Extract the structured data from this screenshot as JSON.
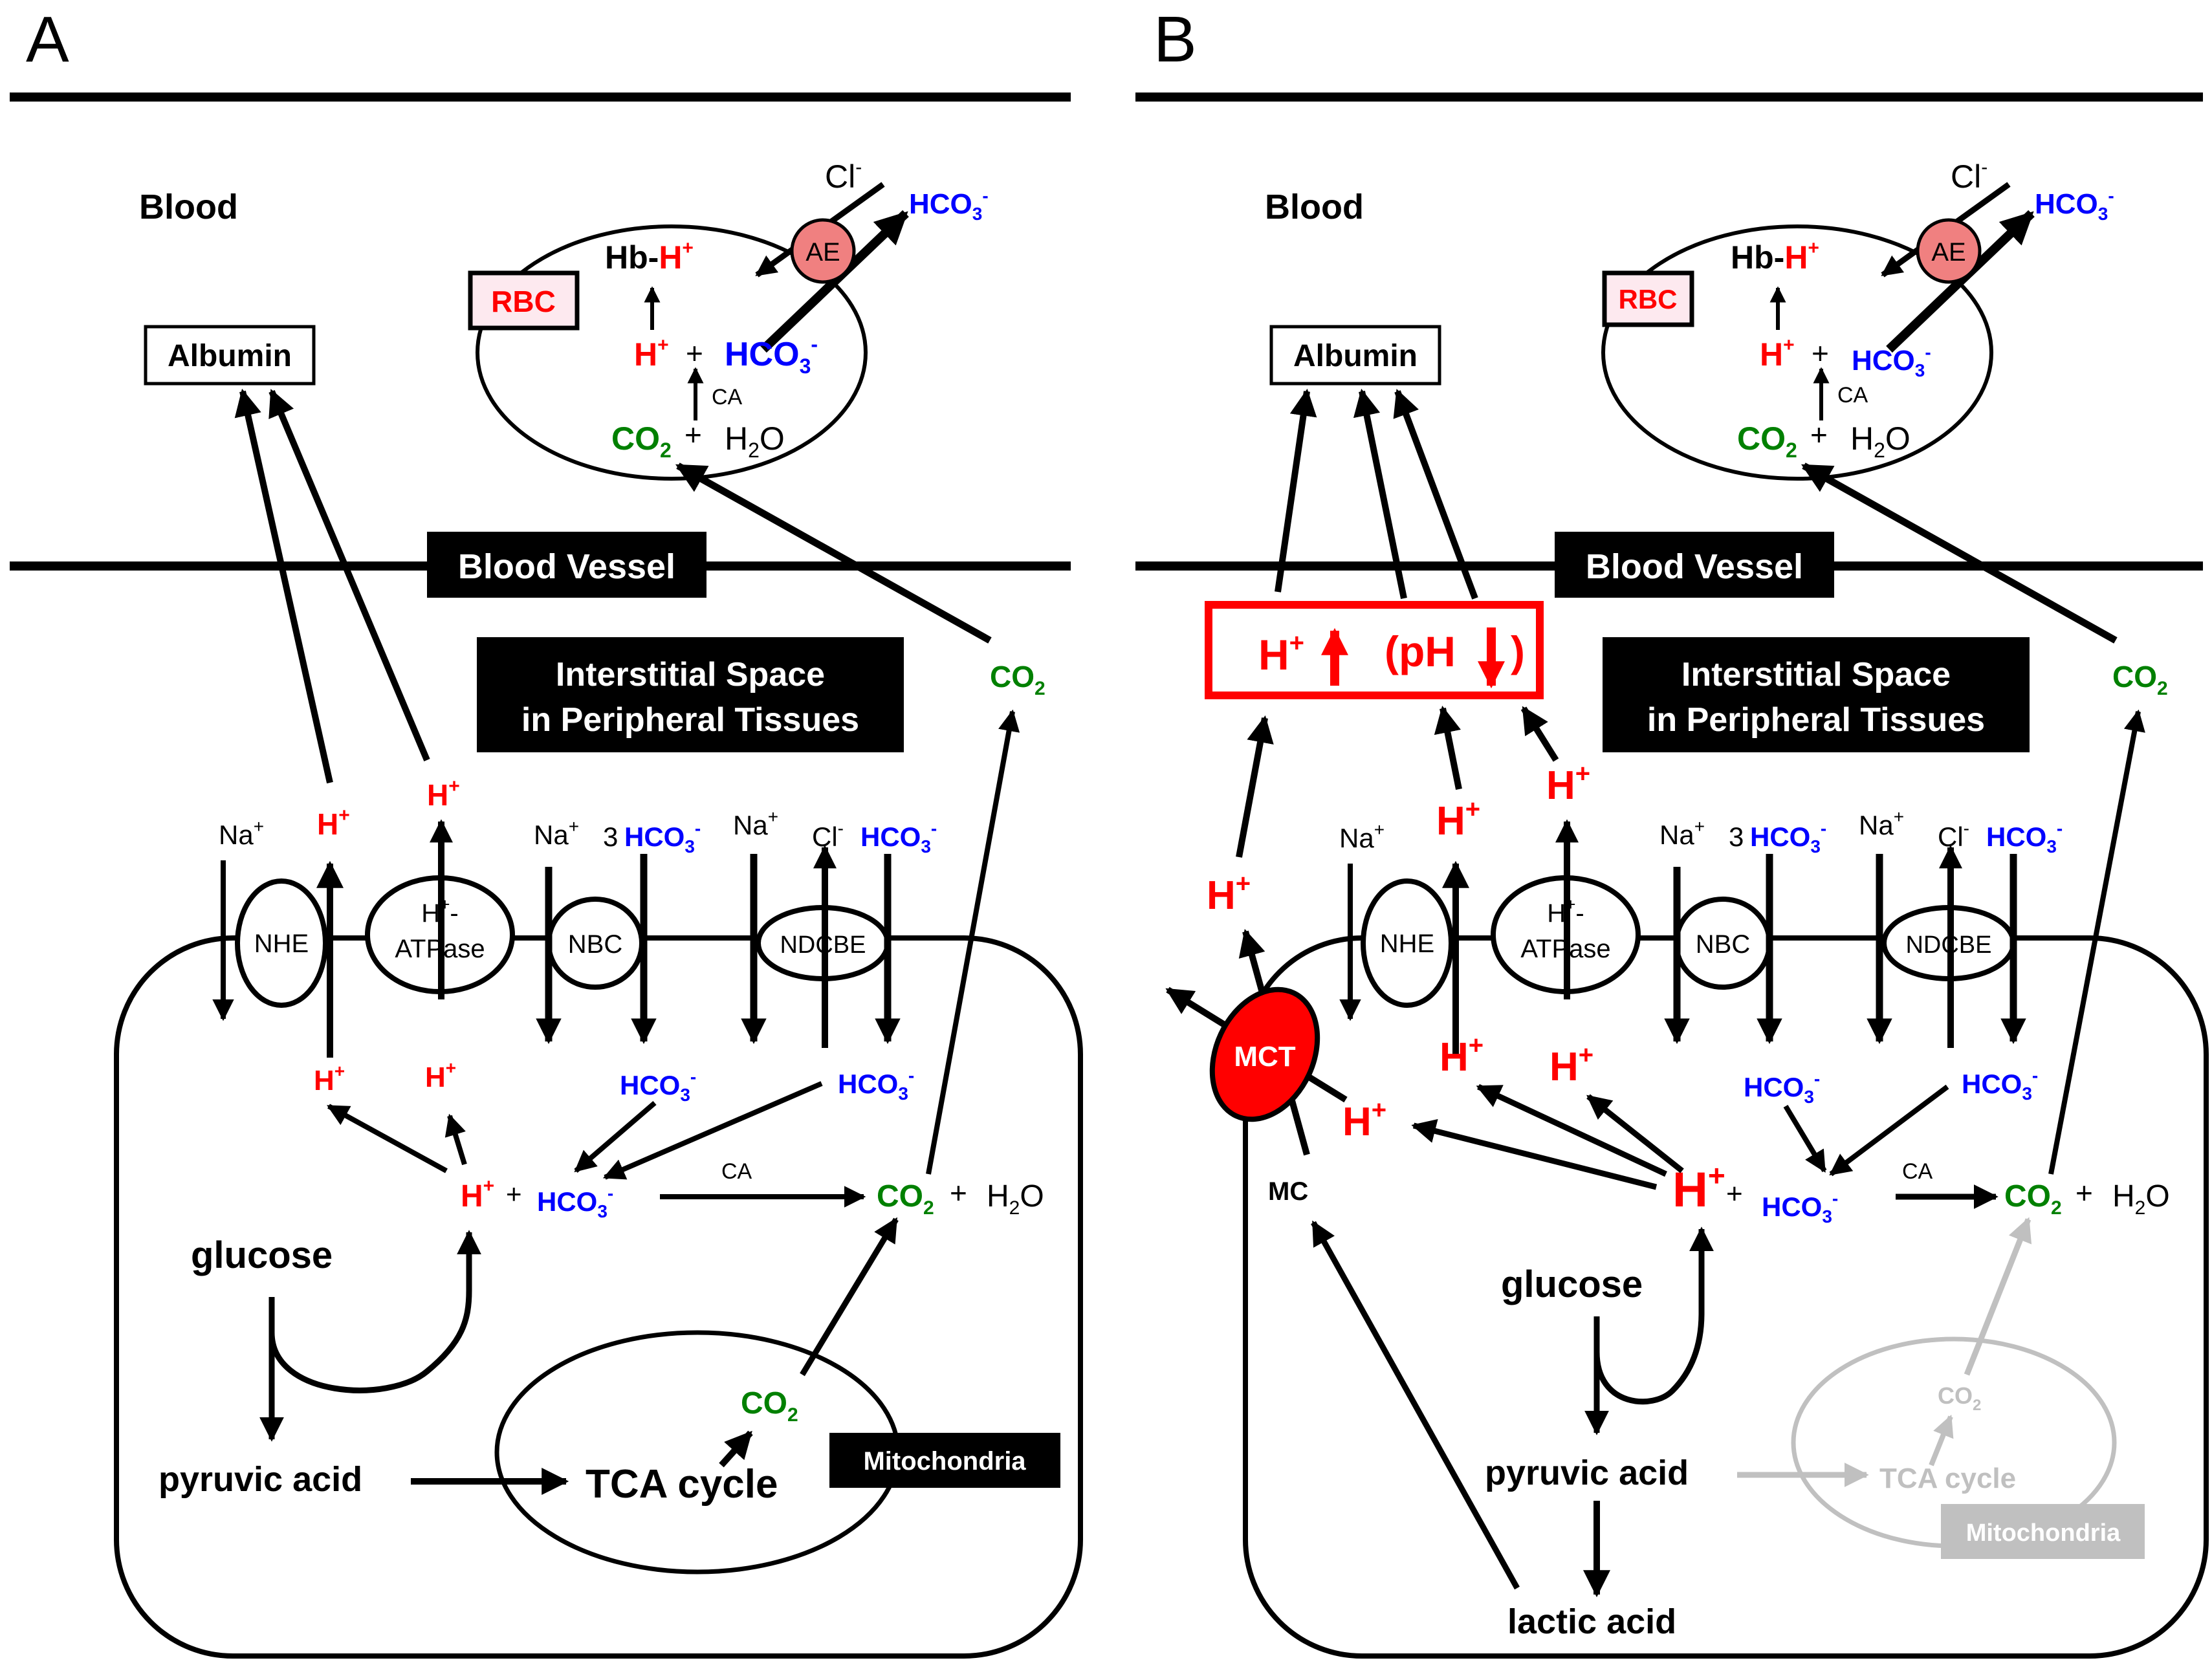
{
  "colors": {
    "black": "#000000",
    "red": "#ff0000",
    "blue": "#0000ff",
    "green": "#008000",
    "gray": "#c0c0c0",
    "ae_fill": "#f08080",
    "mct_fill": "#ff0000",
    "rbc_fill": "#fde9ef"
  },
  "panelA": {
    "letter": "A",
    "blood": "Blood",
    "rbc": "RBC",
    "albumin": "Albumin",
    "vessel": "Blood Vessel",
    "interstitial_1": "Interstitial Space",
    "interstitial_2": "in Peripheral Tissues",
    "mito": "Mitochondria",
    "ae": "AE",
    "cl": "Cl",
    "minus": "-",
    "plus": "+",
    "hco3": "HCO",
    "sub3": "3",
    "h": "H",
    "hb": "Hb-",
    "ca": "CA",
    "co": "CO",
    "sub2": "2",
    "h2o_h": "H",
    "h2o_o": "O",
    "na": "Na",
    "three": "3",
    "nhe": "NHE",
    "atpase_1": "-",
    "atpase_2": "ATPase",
    "nbc": "NBC",
    "ndcbe": "NDCBE",
    "glucose": "glucose",
    "pyruvic": "pyruvic acid",
    "tca": "TCA cycle"
  },
  "panelB": {
    "letter": "B",
    "blood": "Blood",
    "rbc": "RBC",
    "albumin": "Albumin",
    "vessel": "Blood Vessel",
    "interstitial_1": "Interstitial Space",
    "interstitial_2": "in Peripheral Tissues",
    "mito": "Mitochondria",
    "ae": "AE",
    "mct": "MCT",
    "mc": "MC",
    "ph_h": "H",
    "ph_open": "(pH",
    "ph_close": ")",
    "glucose": "glucose",
    "pyruvic": "pyruvic acid",
    "lactic": "lactic acid",
    "tca": "TCA cycle",
    "nhe": "NHE",
    "atpase_2": "ATPase",
    "nbc": "NBC",
    "ndcbe": "NDCBE"
  }
}
